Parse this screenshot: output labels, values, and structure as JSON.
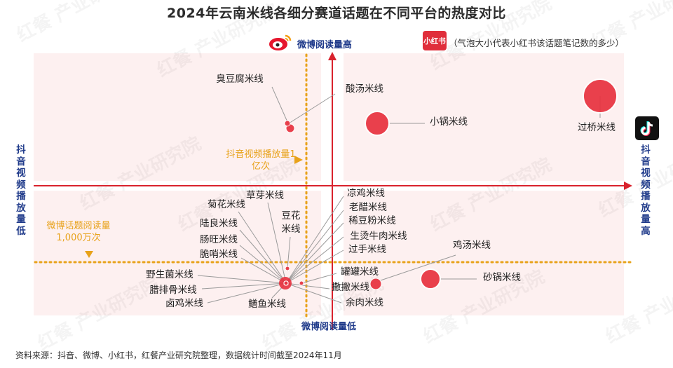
{
  "page": {
    "title": "2024年云南米线各细分赛道话题在不同平台的热度对比",
    "source": "资料来源：抖音、微博、小红书，红餐产业研究院整理，数据统计时间截至2024年11月",
    "watermark": "红餐 产业研究院",
    "icons": {
      "weibo": "weibo-icon",
      "xiaohongshu": "xiaohongshu-icon",
      "douyin": "douyin-icon"
    }
  },
  "chart_data": {
    "type": "scatter",
    "title": "2024年云南米线各细分赛道话题在不同平台的热度对比",
    "x_axis": {
      "label_high": "抖音视频播放量高",
      "label_low": "抖音视频播放量低",
      "threshold_label": "抖音视频播放量1亿次"
    },
    "y_axis": {
      "label_high": "微博阅读量高",
      "label_low": "微博阅读量低",
      "threshold_label": "微博话题阅读量1,000万次"
    },
    "bubble_legend": "（气泡大小代表小红书该话题笔记数的多少）",
    "xhs_badge": "小红书",
    "colors": {
      "bubble": "#e8323f",
      "axis": "#d9222d",
      "threshold": "#e8a21a",
      "label_line": "#9a9a9a",
      "quad_bg": "#fdf0f0"
    },
    "points": [
      {
        "label": "过桥米线",
        "size": "very_large"
      },
      {
        "label": "小锅米线",
        "size": "large"
      },
      {
        "label": "砂锅米线",
        "size": "large"
      },
      {
        "label": "鸡汤米线",
        "size": "medium"
      },
      {
        "label": "臭豆腐米线",
        "size": "small"
      },
      {
        "label": "酸汤米线",
        "size": "small"
      },
      {
        "label": "草芽米线",
        "size": "small"
      },
      {
        "label": "菊花米线",
        "size": "small"
      },
      {
        "label": "豆花米线",
        "size": "small"
      },
      {
        "label": "陆良米线",
        "size": "small"
      },
      {
        "label": "肠旺米线",
        "size": "small"
      },
      {
        "label": "脆哨米线",
        "size": "small"
      },
      {
        "label": "野生菌米线",
        "size": "small"
      },
      {
        "label": "腊排骨米线",
        "size": "small"
      },
      {
        "label": "卤鸡米线",
        "size": "small"
      },
      {
        "label": "鳝鱼米线",
        "size": "small"
      },
      {
        "label": "凉鸡米线",
        "size": "small"
      },
      {
        "label": "老醋米线",
        "size": "small"
      },
      {
        "label": "稀豆粉米线",
        "size": "small"
      },
      {
        "label": "生烫牛肉米线",
        "size": "small"
      },
      {
        "label": "过手米线",
        "size": "small"
      },
      {
        "label": "罐罐米线",
        "size": "small"
      },
      {
        "label": "撒撇米线",
        "size": "small"
      },
      {
        "label": "余肉米线",
        "size": "small"
      }
    ]
  }
}
